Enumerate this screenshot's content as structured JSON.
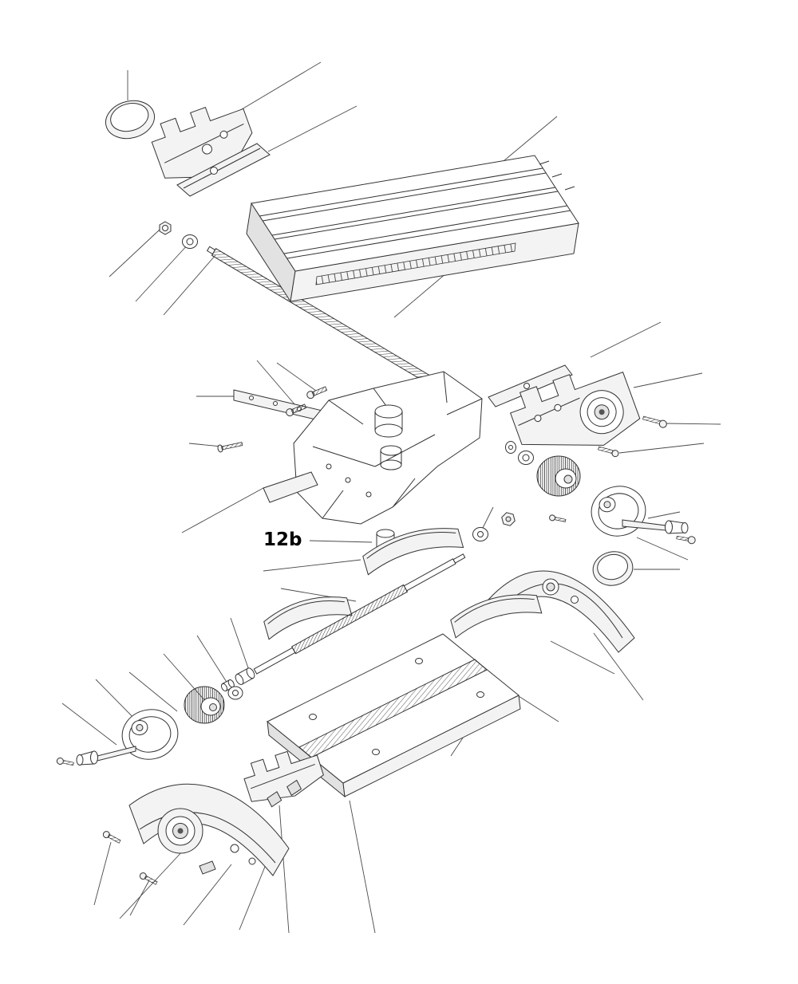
{
  "figure": {
    "type": "exploded-parts-diagram",
    "subject": "cross-slide milling table assembly",
    "background_color": "#ffffff",
    "line_color": "#333333"
  },
  "labels": {
    "part_12b": "12b"
  }
}
